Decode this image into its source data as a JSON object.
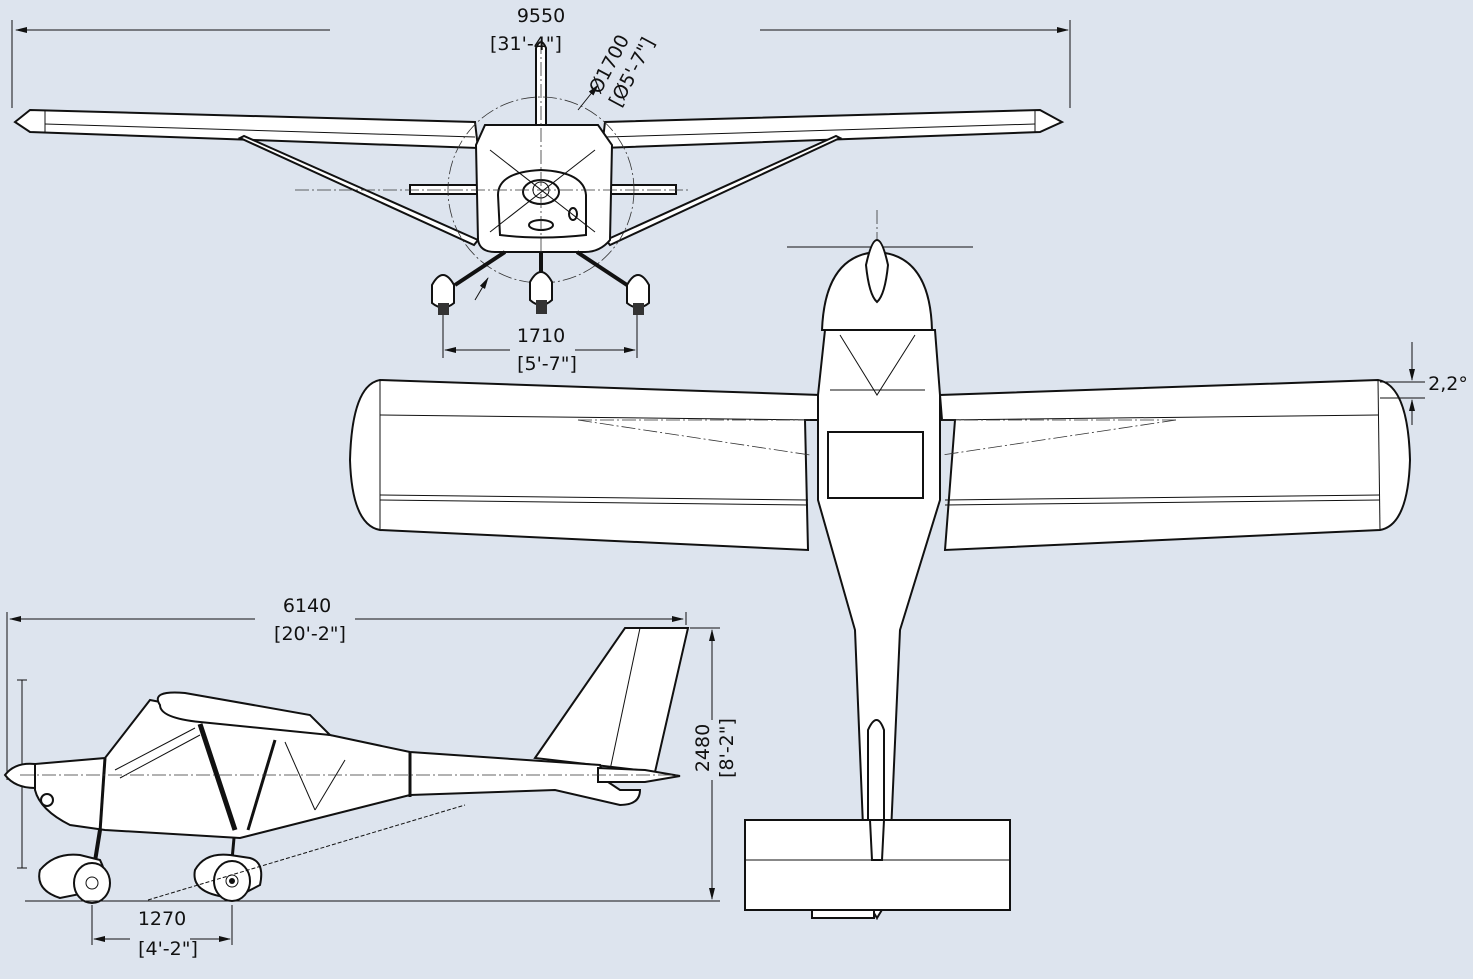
{
  "title": "Three-view aircraft drawing",
  "colors": {
    "background": "#dde4ee",
    "line": "#111111",
    "fill": "#ffffff"
  },
  "dimensions": {
    "wingspan": {
      "mm": "9550",
      "imperial": "[31'-4\"]"
    },
    "propeller": {
      "mm": "Ø1700",
      "imperial": "[Ø5'-7\"]"
    },
    "track": {
      "mm": "1710",
      "imperial": "[5'-7\"]"
    },
    "length": {
      "mm": "6140",
      "imperial": "[20'-2\"]"
    },
    "height": {
      "mm": "2480",
      "imperial": "[8'-2\"]"
    },
    "wheelbase": {
      "mm": "1270",
      "imperial": "[4'-2\"]"
    },
    "dihedral": "2,2°"
  }
}
